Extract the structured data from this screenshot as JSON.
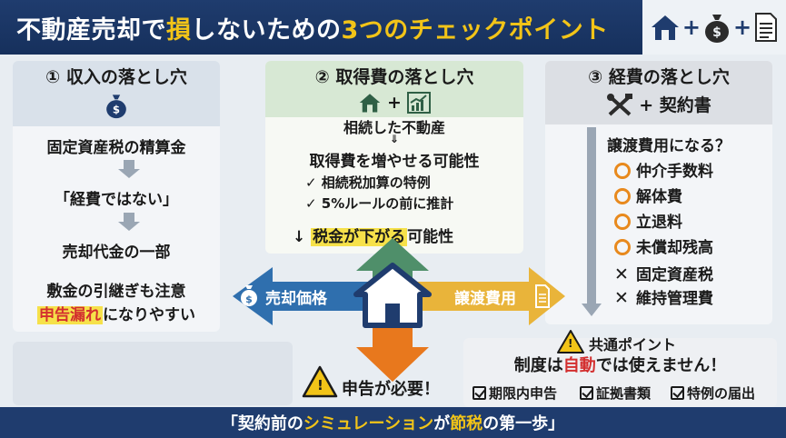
{
  "header": {
    "title_pre": "不動産売却で",
    "title_em": "損",
    "title_mid": "しないための",
    "title_em2": "3つのチェックポイント",
    "icons": [
      "house-icon",
      "money-bag-icon",
      "document-icon"
    ],
    "plus": "+"
  },
  "panel1": {
    "title": "① 収入の落とし穴",
    "icon": "money-bag-icon",
    "line1": "固定資産税の精算金",
    "line2": "「経費ではない」",
    "line3": "売却代金の一部",
    "line4": "敷金の引継ぎも注意",
    "line5_hl": "申告漏れ",
    "line5_rest": "になりやすい"
  },
  "panel2": {
    "title": "② 取得費の落とし穴",
    "icons": [
      "house-icon",
      "chart-up-icon"
    ],
    "plus": "+",
    "line1": "相続した不動産",
    "line2": "⇓",
    "line3": "取得費を増やせる可能性",
    "check1": "✓ 相続税加算の特例",
    "check2": "✓ 5%ルールの前に推計",
    "arrow": "↓",
    "line4_hl": "税金が下がる",
    "line4_rest": "可能性"
  },
  "panel3": {
    "title": "③ 経費の落とし穴",
    "sub": "+ 契約書",
    "icon": "tools-icon",
    "question": "譲渡費用になる？",
    "ok_items": [
      "仲介手数料",
      "解体費",
      "立退料",
      "未償却残高"
    ],
    "ng_items": [
      "固定資産税",
      "維持管理費"
    ],
    "x": "✕"
  },
  "center": {
    "left_label": "売却価格",
    "right_label": "譲渡費用",
    "bottom_label": "申告が必要！",
    "warn": "!"
  },
  "common": {
    "title": "共通ポイント",
    "line_pre": "制度は",
    "line_em": "自動",
    "line_post": "では使えません！",
    "checks": [
      "期限内申告",
      "証拠書類",
      "特例の届出"
    ]
  },
  "footer": {
    "pre": "「契約前の",
    "em1": "シミュレーション",
    "mid": "が",
    "em2": "節税",
    "post": "の第一歩」"
  },
  "colors": {
    "navy": "#1f3c6e",
    "yellow": "#f2c418",
    "blue_arrow": "#2f6fae",
    "green_arrow": "#4f8f6a",
    "orange_arrow": "#e8781d",
    "gold_arrow": "#e9b43a",
    "red": "#d32f2f"
  }
}
